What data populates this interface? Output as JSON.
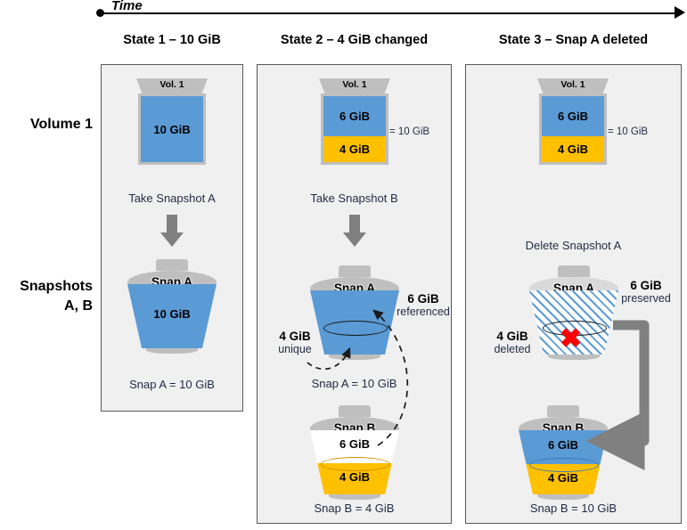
{
  "timeline": {
    "label": "Time"
  },
  "row_labels": {
    "volume": "Volume 1",
    "snapshots_line1": "Snapshots",
    "snapshots_line2": "A, B"
  },
  "colors": {
    "blue": "#5B9BD5",
    "yellow": "#FFC000",
    "gray": "#BFBFBF",
    "arrow_gray": "#808080",
    "panel_bg": "#F0F0F0",
    "panel_border": "#595959",
    "red_x": "#FF0000"
  },
  "panels": [
    {
      "title": "State 1 – 10 GiB",
      "volume": {
        "cap_label": "Vol. 1",
        "segments": [
          {
            "label": "10 GiB",
            "color": "blue",
            "share": 100
          }
        ],
        "total": ""
      },
      "action": "Take Snapshot A",
      "snapshots": [
        {
          "lid_label": "Snap A",
          "segments": [
            {
              "label": "10 GiB",
              "color": "blue",
              "share": 100
            }
          ],
          "caption": "Snap A = 10 GiB"
        }
      ]
    },
    {
      "title": "State 2 – 4 GiB changed",
      "volume": {
        "cap_label": "Vol. 1",
        "segments": [
          {
            "label": "6 GiB",
            "color": "blue",
            "share": 60
          },
          {
            "label": "4 GiB",
            "color": "yellow",
            "share": 40
          }
        ],
        "total": "= 10 GiB"
      },
      "action": "Take Snapshot B",
      "snapshots": [
        {
          "lid_label": "Snap A",
          "segments": [
            {
              "label": "",
              "color": "blue",
              "share": 55
            },
            {
              "label": "",
              "color": "blue",
              "share": 45
            }
          ],
          "caption": "Snap A = 10 GiB"
        },
        {
          "lid_label": "Snap B",
          "segments": [
            {
              "label": "6 GiB",
              "color": "white",
              "share": 52
            },
            {
              "label": "4 GiB",
              "color": "yellow",
              "share": 48
            }
          ],
          "caption": "Snap B = 4 GiB"
        }
      ],
      "annotations": [
        {
          "big": "4 GiB",
          "small": "unique"
        },
        {
          "big": "6 GiB",
          "small": "referenced"
        }
      ]
    },
    {
      "title": "State 3 – Snap A deleted",
      "volume": {
        "cap_label": "Vol. 1",
        "segments": [
          {
            "label": "6 GiB",
            "color": "blue",
            "share": 60
          },
          {
            "label": "4 GiB",
            "color": "yellow",
            "share": 40
          }
        ],
        "total": "= 10 GiB"
      },
      "action": "Delete Snapshot A",
      "snapshots": [
        {
          "lid_label": "Snap A",
          "hatched": true,
          "marker": "✖",
          "segments": [],
          "caption": ""
        },
        {
          "lid_label": "Snap B",
          "segments": [
            {
              "label": "6 GiB",
              "color": "blue",
              "share": 55
            },
            {
              "label": "4 GiB",
              "color": "yellow",
              "share": 45
            }
          ],
          "caption": "Snap B = 10 GiB"
        }
      ],
      "annotations": [
        {
          "big": "4 GiB",
          "small": "deleted"
        },
        {
          "big": "6 GiB",
          "small": "preserved"
        }
      ]
    }
  ]
}
